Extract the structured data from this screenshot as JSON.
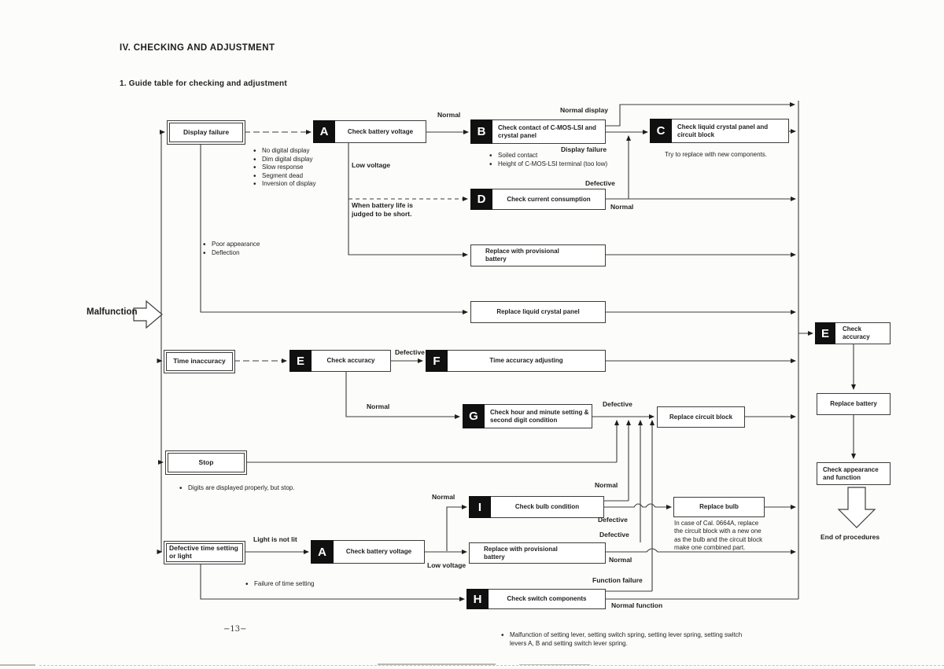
{
  "page": {
    "title": "IV.  CHECKING AND ADJUSTMENT",
    "subtitle": "1.  Guide table for checking and adjustment",
    "page_number": "−13−",
    "entry_label": "Malfunction",
    "end_label": "End of procedures"
  },
  "symptoms": {
    "display_failure": "Display failure",
    "time_inaccuracy": "Time inaccuracy",
    "stop": "Stop",
    "defective_time_setting": "Defective time setting or light"
  },
  "blocks": {
    "a1": {
      "letter": "A",
      "label": "Check battery voltage"
    },
    "b": {
      "letter": "B",
      "label": "Check contact of C-MOS-LSI and crystal panel"
    },
    "c": {
      "letter": "C",
      "label": "Check liquid crystal panel and circuit block"
    },
    "d": {
      "letter": "D",
      "label": "Check current consumption"
    },
    "e_mid": {
      "letter": "E",
      "label": "Check accuracy"
    },
    "f": {
      "letter": "F",
      "label": "Time accuracy adjusting"
    },
    "g": {
      "letter": "G",
      "label": "Check hour and minute setting & second digit condition"
    },
    "i": {
      "letter": "I",
      "label": "Check bulb condition"
    },
    "a2": {
      "letter": "A",
      "label": "Check battery voltage"
    },
    "h": {
      "letter": "H",
      "label": "Check switch components"
    },
    "e_right": {
      "letter": "E",
      "label": "Check accuracy"
    }
  },
  "process": {
    "prov_battery_1": "Replace with provisional battery",
    "replace_lcd": "Replace liquid crystal panel",
    "replace_circuit": "Replace circuit block",
    "replace_bulb": "Replace bulb",
    "prov_battery_2": "Replace with provisional battery",
    "replace_battery": "Replace battery",
    "check_appearance": "Check appearance and  function"
  },
  "edge_labels": {
    "normal_a1_b": "Normal",
    "normal_display": "Normal display",
    "display_failure_out": "Display failure",
    "low_voltage_1": "Low voltage",
    "when_battery": "When battery life is judged to be short.",
    "defective_d": "Defective",
    "normal_d": "Normal",
    "defective_e": "Defective",
    "normal_e": "Normal",
    "defective_g": "Defective",
    "normal_i_in": "Normal",
    "normal_i_out": "Normal",
    "defective_i": "Defective",
    "defective_pb2": "Defective",
    "normal_pb2": "Normal",
    "light_not_lit": "Light is not lit",
    "low_voltage_2": "Low voltage",
    "function_failure": "Function failure",
    "normal_function": "Normal function"
  },
  "notes": {
    "display_bullets": [
      "No digital display",
      "Dim digital display",
      "Slow response",
      "Segment dead",
      "Inversion of display"
    ],
    "b_bullets": [
      "Soiled contact",
      "Height of C-MOS-LSI terminal (too low)"
    ],
    "c_note": "Try to replace with new components.",
    "appearance_bullets": [
      "Poor appearance",
      "Deflection"
    ],
    "stop_bullet": "Digits are displayed properly, but stop.",
    "time_setting_bullet": "Failure of time setting",
    "bulb_note": "In case of Cal. 0664A, replace the circuit block with a new one as the bulb and the circuit block make one combined part.",
    "switch_bullet": "Malfunction of setting lever, setting switch spring, setting lever spring, setting switch levers A, B and setting switch lever spring."
  }
}
